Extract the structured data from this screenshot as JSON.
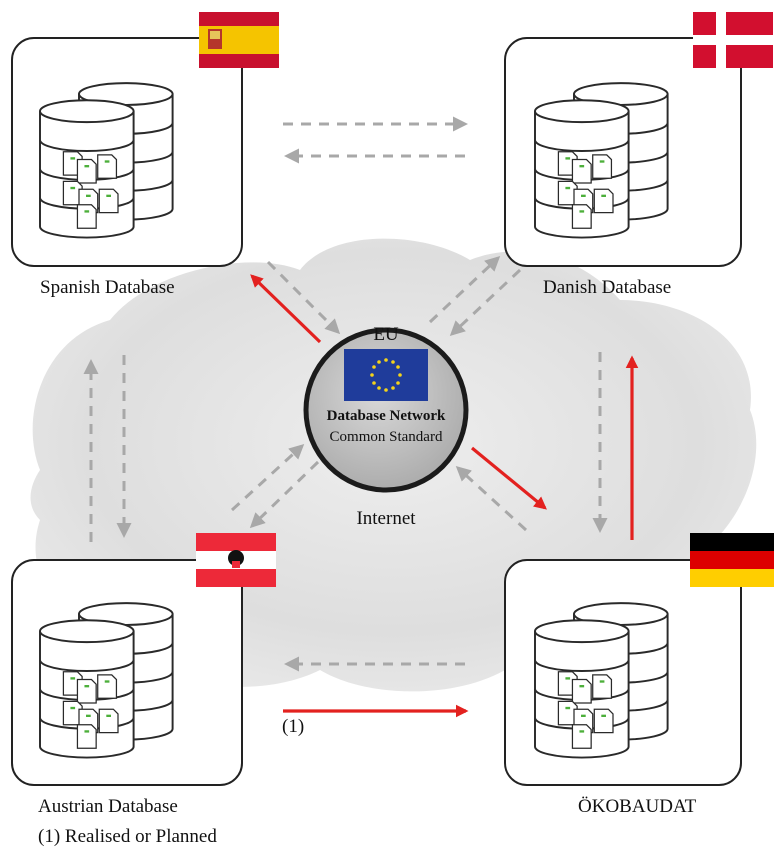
{
  "center": {
    "top_label": "EU",
    "title": "Database Network",
    "subtitle": "Common Standard",
    "internet_label": "Internet"
  },
  "databases": [
    {
      "id": "spanish",
      "label": "Spanish Database",
      "flag": "Spain"
    },
    {
      "id": "danish",
      "label": "Danish Database",
      "flag": "Denmark"
    },
    {
      "id": "austrian",
      "label": "Austrian Database",
      "flag": "Austria"
    },
    {
      "id": "oekobaudat",
      "label": "ÖKOBAUDAT",
      "flag": "Germany"
    }
  ],
  "annotations": {
    "marker": "(1)",
    "footnote": "(1) Realised or Planned"
  },
  "legend": {
    "realised_color": "#e3211f",
    "planned_color": "#a8a8a8"
  },
  "colors": {
    "cloud": "#dcdcdc",
    "box_stroke": "#222222",
    "eu_blue": "#1f3c9b",
    "eu_star": "#f4d31a"
  }
}
